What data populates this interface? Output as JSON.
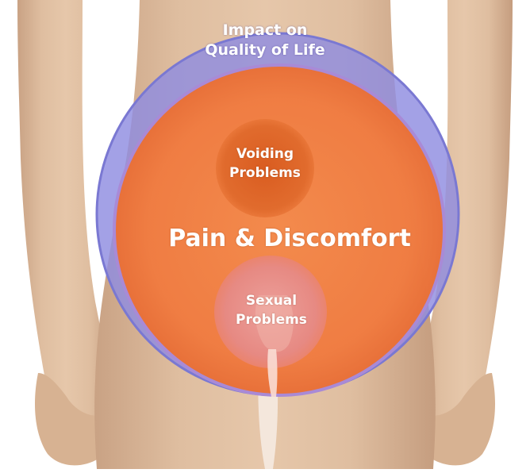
{
  "diagram": {
    "outer_circle": {
      "line1": "Impact on",
      "line2": "Quality of Life",
      "color": "#8f8ce0"
    },
    "main_circle": {
      "label": "Pain & Discomfort",
      "color": "#f07a3c"
    },
    "upper_inner_circle": {
      "line1": "Voiding",
      "line2": "Problems",
      "color": "#dd5e22"
    },
    "lower_inner_circle": {
      "line1": "Sexual",
      "line2": "Problems",
      "color": "#e07a80"
    }
  },
  "background": {
    "subject": "male lower torso",
    "skin_color": "#d9b596"
  }
}
